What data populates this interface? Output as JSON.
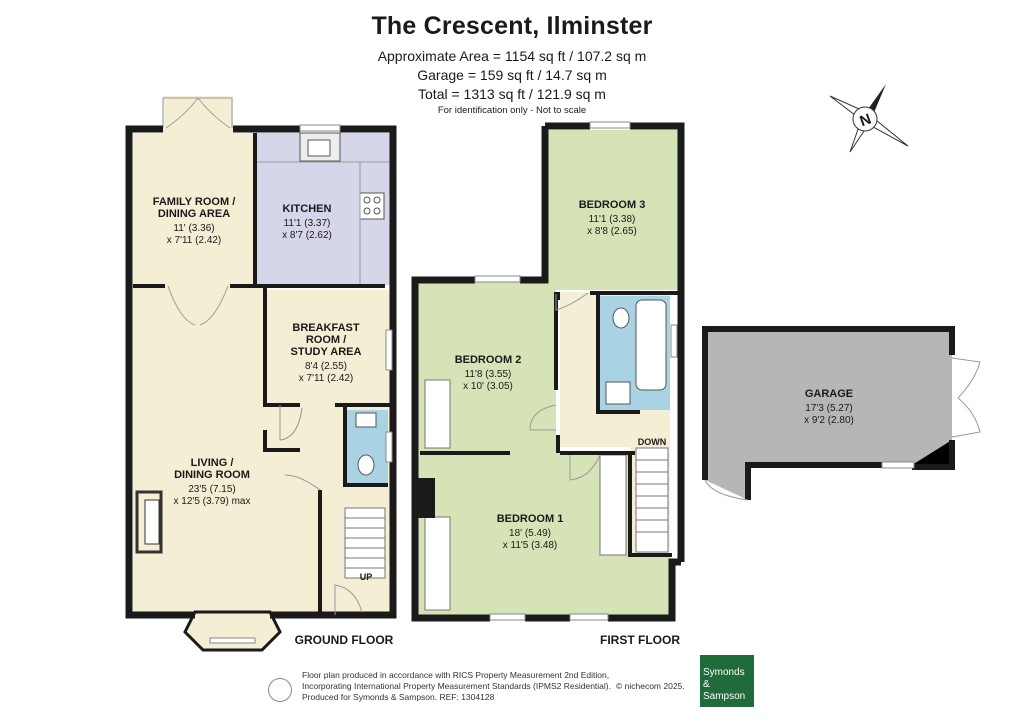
{
  "header": {
    "title": "The Crescent, Ilminster",
    "area_lines": [
      "Approximate Area = 1154 sq ft / 107.2 sq m",
      "Garage = 159 sq ft / 14.7 sq m",
      "Total = 1313 sq ft / 121.9 sq m"
    ],
    "disclaimer": "For identification only - Not to scale"
  },
  "compass": {
    "label": "N"
  },
  "rooms": {
    "family_room": {
      "name1": "FAMILY ROOM /",
      "name2": "DINING AREA",
      "dim1": "11' (3.36)",
      "dim2": "x 7'11 (2.42)"
    },
    "kitchen": {
      "name1": "KITCHEN",
      "dim1": "11'1 (3.37)",
      "dim2": "x 8'7 (2.62)"
    },
    "breakfast": {
      "name1": "BREAKFAST",
      "name2": "ROOM /",
      "name3": "STUDY AREA",
      "dim1": "8'4 (2.55)",
      "dim2": "x 7'11 (2.42)"
    },
    "living": {
      "name1": "LIVING /",
      "name2": "DINING ROOM",
      "dim1": "23'5 (7.15)",
      "dim2": "x 12'5 (3.79) max"
    },
    "bedroom3": {
      "name1": "BEDROOM 3",
      "dim1": "11'1 (3.38)",
      "dim2": "x 8'8 (2.65)"
    },
    "bedroom2": {
      "name1": "BEDROOM 2",
      "dim1": "11'8 (3.55)",
      "dim2": "x 10' (3.05)"
    },
    "bedroom1": {
      "name1": "BEDROOM 1",
      "dim1": "18' (5.49)",
      "dim2": "x 11'5 (3.48)"
    },
    "garage": {
      "name1": "GARAGE",
      "dim1": "17'3 (5.27)",
      "dim2": "x 9'2 (2.80)"
    }
  },
  "stairs": {
    "up": "UP",
    "down": "DOWN"
  },
  "floors": {
    "ground": "GROUND FLOOR",
    "first": "FIRST FLOOR"
  },
  "footer": {
    "lines": [
      "Floor plan produced in accordance with RICS Property Measurement 2nd Edition,",
      "Incorporating International Property Measurement Standards (IPMS2 Residential).",
      "Produced for Symonds & Sampson.   REF: 1304128"
    ],
    "credit": "© nichecom 2025.",
    "logo_line1": "Symonds",
    "logo_line2": "& Sampson"
  },
  "colors": {
    "cream": "#f3eed4",
    "green": "#d6e3b7",
    "lavender": "#d6d6ea",
    "blue": "#a9d3e3",
    "grey": "#b6b6b6",
    "wall": "#1a1a1a",
    "brand": "#1f6b3a"
  }
}
